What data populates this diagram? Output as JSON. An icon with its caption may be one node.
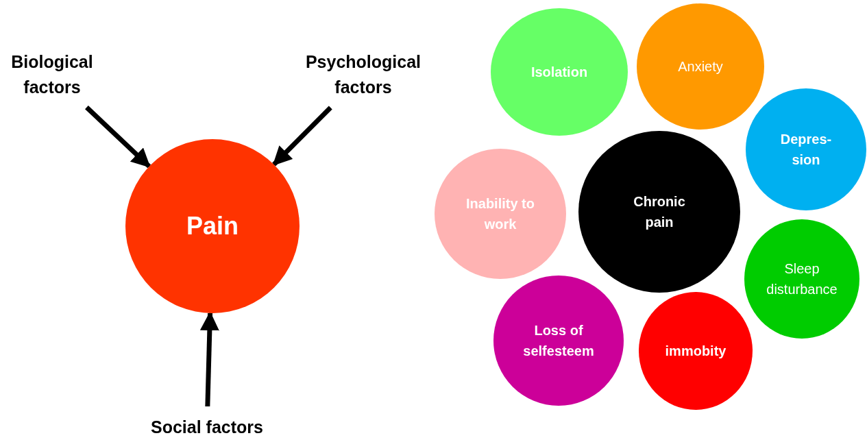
{
  "diagram": {
    "nodes": [
      {
        "text": [
          "Biological factors"
        ]
      },
      {
        "text": [
          "Psychological factors"
        ]
      },
      {
        "text": [
          "Pain"
        ]
      },
      {
        "text": [
          "Social factors"
        ]
      },
      {
        "text": [
          "Isolation"
        ]
      },
      {
        "text": [
          "Anxiety"
        ]
      },
      {
        "text": [
          "Depres- sion"
        ]
      },
      {
        "text": [
          "Inability to work"
        ]
      },
      {
        "text": [
          "Chronic pain"
        ]
      },
      {
        "text": [
          "Sleep disturbance"
        ]
      },
      {
        "text": [
          "Loss of selfesteem"
        ]
      },
      {
        "text": [
          "immobity"
        ]
      }
    ],
    "edges": [
      {
        "from": 0,
        "to": 2,
        "arrow": "to"
      },
      {
        "from": 1,
        "to": 2,
        "arrow": "to"
      },
      {
        "from": 3,
        "to": 2,
        "arrow": "to"
      }
    ]
  }
}
